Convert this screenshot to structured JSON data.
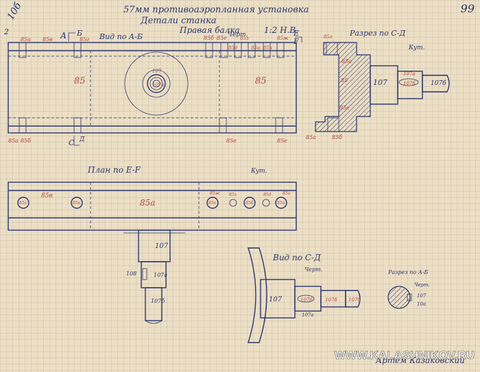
{
  "page_number": "99",
  "sheet_ref": "10б",
  "title_line1": "57мм противоаэропланная установка",
  "title_line2": "Детали станка",
  "subtitle": "Правая балка",
  "scale": "1:2 Н.В.",
  "views": {
    "view_a": "Вид по А-Б",
    "section_c": "Разрез по С-Д",
    "plan": "План по Е-F",
    "view_c": "Вид по С-Д",
    "section_a": "Разрез по А-Б"
  },
  "marks": {
    "fig2": "2",
    "ab_a": "А",
    "ab_b": "Б",
    "e": "Е",
    "f": "F",
    "c": "С",
    "d": "Д",
    "p85": "85",
    "p85a": "85а",
    "p85b": "85б",
    "p85v": "85в",
    "p85g": "85г",
    "p85d": "85д",
    "p85e": "85е",
    "p85zh": "85ж",
    "p85z": "85з",
    "p85i": "85и",
    "p85k": "85к",
    "p107": "107",
    "p107a": "107а",
    "p107b": "107б",
    "p108": "108",
    "p10a": "10а",
    "chert": "Черт.",
    "kut": "Кут."
  },
  "signature": "Артем Казаковский",
  "watermark": "WWW.KALASHNIKOV.RU"
}
